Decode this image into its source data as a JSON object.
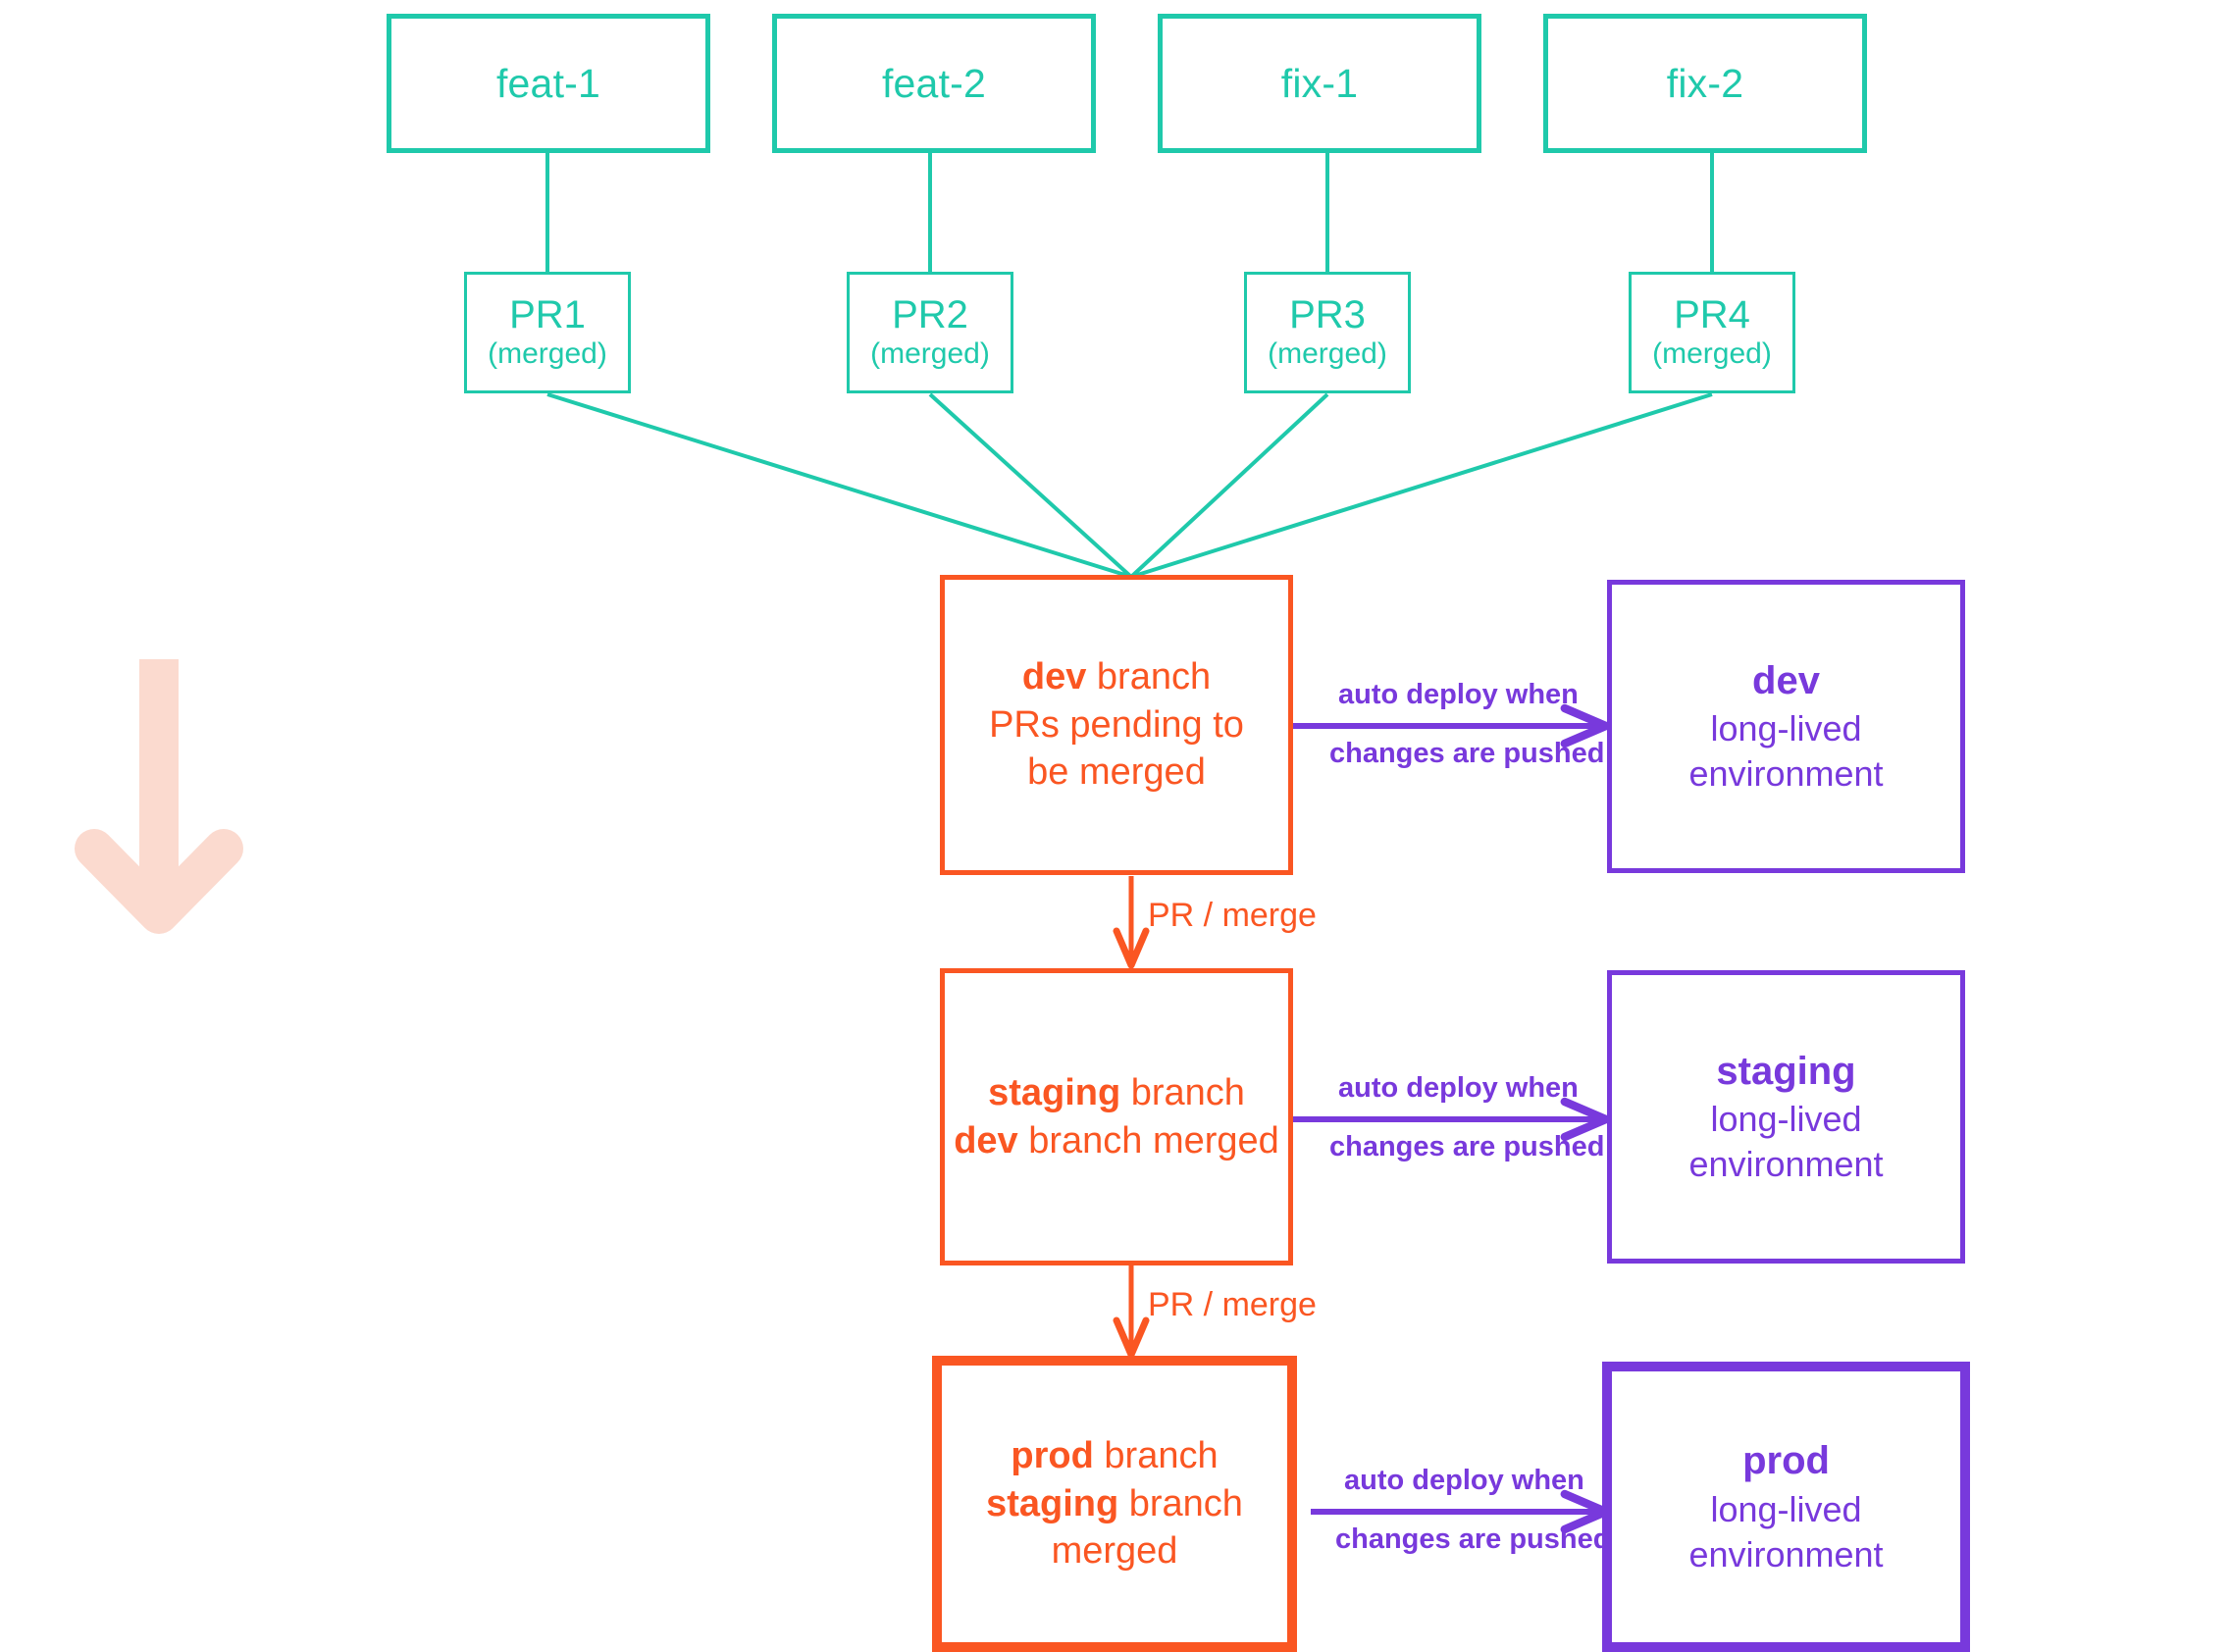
{
  "diagram": {
    "title": "Git branching and environment deployment flow",
    "colors": {
      "teal": "#1FC9AB",
      "orange": "#FA5622",
      "purple": "#7839DC",
      "pink": "#FBDACF",
      "background": "#FFFFFF"
    }
  },
  "feature_branches": [
    {
      "label": "feat-1"
    },
    {
      "label": "feat-2"
    },
    {
      "label": "fix-1"
    },
    {
      "label": "fix-2"
    }
  ],
  "pull_requests": [
    {
      "title": "PR1",
      "status": "(merged)"
    },
    {
      "title": "PR2",
      "status": "(merged)"
    },
    {
      "title": "PR3",
      "status": "(merged)"
    },
    {
      "title": "PR4",
      "status": "(merged)"
    }
  ],
  "git_branches": [
    {
      "name": "dev",
      "name_suffix": " branch",
      "detail_strong": "",
      "detail_rest": "PRs pending to be merged",
      "emphasis": false
    },
    {
      "name": "staging",
      "name_suffix": " branch",
      "detail_strong": "dev",
      "detail_rest": " branch merged",
      "emphasis": false
    },
    {
      "name": "prod",
      "name_suffix": " branch",
      "detail_strong": "staging",
      "detail_rest": " branch merged",
      "emphasis": true
    }
  ],
  "environments": [
    {
      "name": "dev",
      "sub_line_1": "long-lived",
      "sub_line_2": "environment",
      "emphasis": false
    },
    {
      "name": "staging",
      "sub_line_1": "long-lived",
      "sub_line_2": "environment",
      "emphasis": false
    },
    {
      "name": "prod",
      "sub_line_1": "long-lived",
      "sub_line_2": "environment",
      "emphasis": true
    }
  ],
  "deploy_labels": [
    {
      "line_1": "auto deploy when",
      "line_2": "changes are pushed"
    },
    {
      "line_1": "auto deploy when",
      "line_2": "changes are pushed"
    },
    {
      "line_1": "auto deploy when",
      "line_2": "changes are pushed"
    }
  ],
  "merge_labels": [
    {
      "text": "PR / merge"
    },
    {
      "text": "PR / merge"
    }
  ],
  "flow_arrow": {
    "name": "downward-flow-arrow",
    "direction": "down"
  }
}
